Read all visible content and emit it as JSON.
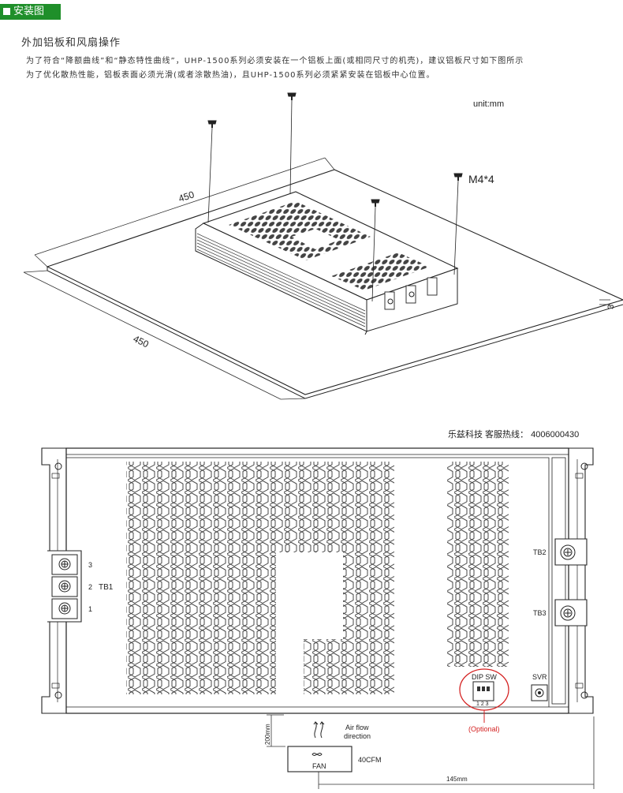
{
  "section_badge": "安装图",
  "heading": "外加铝板和风扇操作",
  "note_line1": "为了符合“降额曲线”和“静态特性曲线”，UHP-1500系列必须安装在一个铝板上面(或相同尺寸的机壳)，建议铝板尺寸如下图所示",
  "note_line2": "为了优化散热性能，铝板表面必须光滑(或者涂散热油)，且UHP-1500系列必须紧紧安装在铝板中心位置。",
  "iso": {
    "unit": "unit:mm",
    "dim_top": "450",
    "dim_left": "450",
    "screw_label": "M4*4",
    "thickness": "3"
  },
  "hotline": "乐兹科技 客服热线：  4006000430",
  "front": {
    "tb1": "TB1",
    "tb1_pins": [
      "3",
      "2",
      "1"
    ],
    "tb2": "TB2",
    "tb3": "TB3",
    "dip_sw": "DIP SW",
    "dip_pins": "1 2 3",
    "optional": "(Optional)",
    "svr": "SVR",
    "airflow": "Air flow\ndirection",
    "airflow_l1": "Air flow",
    "airflow_l2": "direction",
    "fan": "FAN",
    "cfm": "40CFM",
    "dist_vert": "200mm",
    "dist_horiz": "145mm"
  },
  "colors": {
    "badge": "#1f8f2a",
    "optional": "#d42020"
  }
}
